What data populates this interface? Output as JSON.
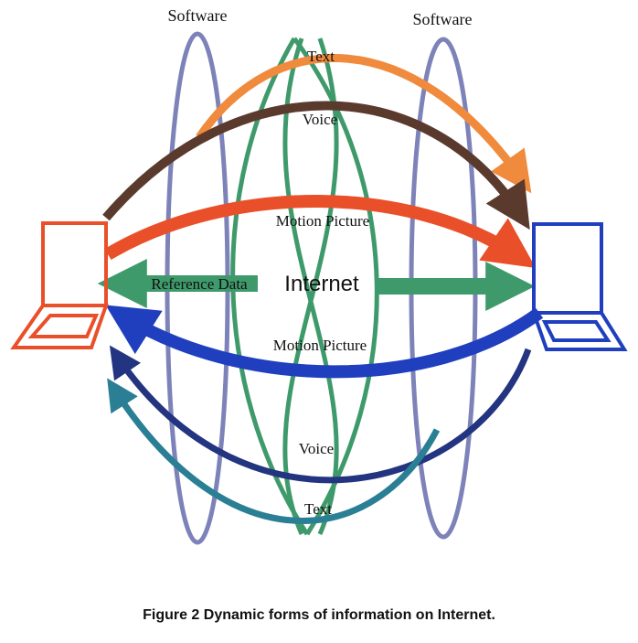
{
  "diagram": {
    "software_left": "Software",
    "software_right": "Software",
    "internet": "Internet",
    "flows_right": {
      "text": "Text",
      "voice": "Voice",
      "motion_picture": "Motion Picture"
    },
    "flows_left": {
      "reference_data": "Reference Data",
      "motion_picture": "Motion Picture",
      "voice": "Voice",
      "text": "Text"
    }
  },
  "caption": "Figure 2  Dynamic forms of information on Internet.",
  "colors": {
    "software_ring": "#7d83b8",
    "internet_ring": "#3f9a6b",
    "text_out": "#f08a3c",
    "voice_out": "#5b3a2e",
    "motion_out": "#e9502a",
    "reference": "#3f9a6b",
    "motion_in": "#1f3fbf",
    "voice_in": "#233480",
    "text_in": "#2a7f95",
    "left_computer": "#e9502a",
    "right_computer": "#1f3fbf"
  }
}
